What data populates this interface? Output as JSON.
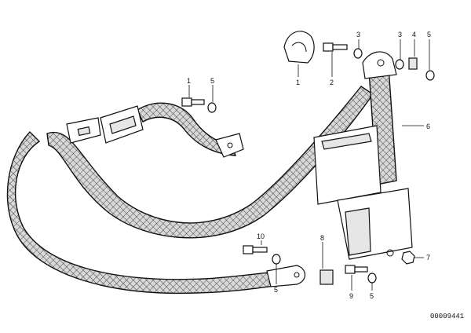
{
  "diagram": {
    "callouts": [
      {
        "id": "c1-top",
        "label": "1"
      },
      {
        "id": "c2-top",
        "label": "2"
      },
      {
        "id": "c3-top",
        "label": "3"
      },
      {
        "id": "c3-right",
        "label": "3"
      },
      {
        "id": "c4-right",
        "label": "4"
      },
      {
        "id": "c5-right",
        "label": "5"
      },
      {
        "id": "c1-left",
        "label": "1"
      },
      {
        "id": "c5-left",
        "label": "5"
      },
      {
        "id": "c6",
        "label": "6"
      },
      {
        "id": "c7",
        "label": "7"
      },
      {
        "id": "c10",
        "label": "10"
      },
      {
        "id": "c5-bottom-left",
        "label": "5"
      },
      {
        "id": "c8",
        "label": "8"
      },
      {
        "id": "c9",
        "label": "9"
      },
      {
        "id": "c5-bottom-right",
        "label": "5"
      }
    ],
    "document_number": "00009441"
  }
}
